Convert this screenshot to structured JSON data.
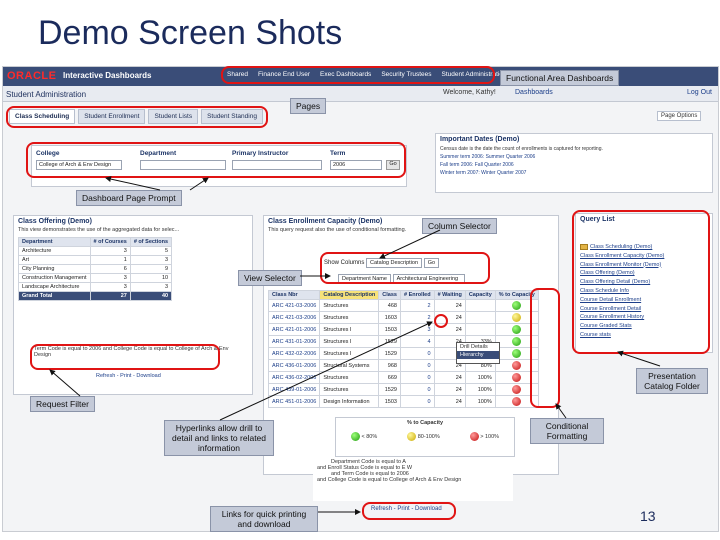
{
  "slide": {
    "title": "Demo Screen Shots",
    "page_number": "13"
  },
  "app": {
    "logo_text": "ORACLE",
    "name": "Interactive Dashboards",
    "top_nav": [
      "Shared",
      "Finance End User",
      "Exec Dashboards",
      "Security Trustees",
      "Student Administration"
    ],
    "dashboard_name": "Student Administration",
    "welcome": "Welcome, Kathy!",
    "dashboards_link": "Dashboards",
    "logout": "Log Out",
    "page_options": "Page Options"
  },
  "tabs": [
    "Class Scheduling",
    "Student Enrollment",
    "Student Lists",
    "Student Standing"
  ],
  "prompt": {
    "fields": [
      {
        "label": "College",
        "value": "College of Arch & Env Design"
      },
      {
        "label": "Department",
        "value": ""
      },
      {
        "label": "Primary Instructor",
        "value": ""
      },
      {
        "label": "Term",
        "value": "2006"
      }
    ],
    "go_label": "Go"
  },
  "notes": {
    "title": "Important Dates (Demo)",
    "lines": [
      "Census date is the date the count of enrollments is captured for reporting.",
      "Summer term 2006: Summer Quarter 2006",
      "Fall term 2006: Fall Quarter 2006",
      "Winter term 2007: Winter Quarter 2007"
    ]
  },
  "class_offering": {
    "title": "Class Offering (Demo)",
    "description": "This view demonstrates the use of the aggregated data for selec...",
    "columns": [
      "Department",
      "# of Courses",
      "# of Sections"
    ],
    "rows": [
      [
        "Architecture",
        "3",
        "5"
      ],
      [
        "Art",
        "1",
        "3"
      ],
      [
        "City Planning",
        "6",
        "9"
      ],
      [
        "Construction Management",
        "3",
        "10"
      ],
      [
        "Landscape Architecture",
        "3",
        "3"
      ]
    ],
    "total": [
      "Grand Total",
      "27",
      "40"
    ],
    "filter_text": "Term Code is equal to 2006 and College Code is equal to College of Arch & Env Design",
    "links": "Refresh - Print - Download"
  },
  "capacity": {
    "title": "Class Enrollment Capacity (Demo)",
    "description": "This query request also the use of conditional formatting.",
    "show_columns_label": "Show Columns",
    "show_columns_value": "Catalog Description",
    "view_label": "Department Name",
    "view_value": "Architectural Engineering",
    "go_label": "Go",
    "columns": [
      "Class Nbr",
      "Catalog Description",
      "Class",
      "# Enrolled",
      "# Waiting",
      "Capacity",
      "% to Capacity"
    ],
    "rows": [
      {
        "class": "ARC 421-03-2006",
        "desc": "Structures",
        "nbr": "468",
        "enr": "2",
        "wait": "24",
        "cap": "",
        "status": "green"
      },
      {
        "class": "ARC 421-03-2006",
        "desc": "Structures",
        "nbr": "1603",
        "enr": "2",
        "wait": "24",
        "cap": "",
        "status": "yellow"
      },
      {
        "class": "ARC 421-01-2006",
        "desc": "Structures I",
        "nbr": "1503",
        "enr": "3",
        "wait": "24",
        "cap": "",
        "status": "green"
      },
      {
        "class": "ARC 431-01-2006",
        "desc": "Structures I",
        "nbr": "1529",
        "enr": "4",
        "wait": "24",
        "cap": "33%",
        "status": "green"
      },
      {
        "class": "ARC 432-02-2006",
        "desc": "Structures I",
        "nbr": "1529",
        "enr": "0",
        "wait": "24",
        "cap": "95%",
        "status": "green"
      },
      {
        "class": "ARC 436-01-2006",
        "desc": "Structural Systems",
        "nbr": "968",
        "enr": "0",
        "wait": "24",
        "cap": "80%",
        "status": "red"
      },
      {
        "class": "ARC 436-02-2006",
        "desc": "Structures",
        "nbr": "669",
        "enr": "0",
        "wait": "24",
        "cap": "100%",
        "status": "red"
      },
      {
        "class": "ARC 439-01-2006",
        "desc": "Structures",
        "nbr": "1529",
        "enr": "0",
        "wait": "24",
        "cap": "100%",
        "status": "red"
      },
      {
        "class": "ARC 451-01-2006",
        "desc": "Design Information",
        "nbr": "1503",
        "enr": "0",
        "wait": "24",
        "cap": "100%",
        "status": "red"
      }
    ],
    "popup": [
      "Drill Details",
      "Hierarchy"
    ]
  },
  "query_list": {
    "title": "Query List",
    "items": [
      "Class Scheduling (Demo)",
      "Class Enrollment Capacity (Demo)",
      "Class Enrollment Monitor (Demo)",
      "Class Offering (Demo)",
      "Class Offering Detail (Demo)",
      "Class Schedule Info",
      "Course Detail Enrollment",
      "Course Enrollment Detail",
      "Course Enrollment History",
      "Course Graded Stats",
      "Course stats"
    ]
  },
  "legend": {
    "title": "% to Capacity",
    "items": [
      {
        "label": "< 80%",
        "color": "green"
      },
      {
        "label": "80-100%",
        "color": "yellow"
      },
      {
        "label": "> 100%",
        "color": "red"
      }
    ]
  },
  "filters": {
    "lines": [
      "Department Code is equal to A",
      "and Enroll Status Code is equal to E W",
      "and Term Code is equal to 2006",
      "and College Code is equal to College of Arch & Env Design"
    ],
    "links": "Refresh - Print - Download"
  },
  "callouts": {
    "functional_area": "Functional Area Dashboards",
    "pages": "Pages",
    "prompt": "Dashboard Page Prompt",
    "column_selector": "Column Selector",
    "view_selector": "View Selector",
    "presentation_folder": "Presentation Catalog Folder",
    "request_filter": "Request Filter",
    "hyperlinks": "Hyperlinks allow drill to detail and links to related information",
    "conditional": "Conditional Formatting",
    "quick_links": "Links for quick printing and download"
  },
  "colors": {
    "header": "#3a4d78",
    "highlight_ring": "#e01414",
    "callout_bg": "#c4cad8",
    "title": "#1b2b5c"
  }
}
